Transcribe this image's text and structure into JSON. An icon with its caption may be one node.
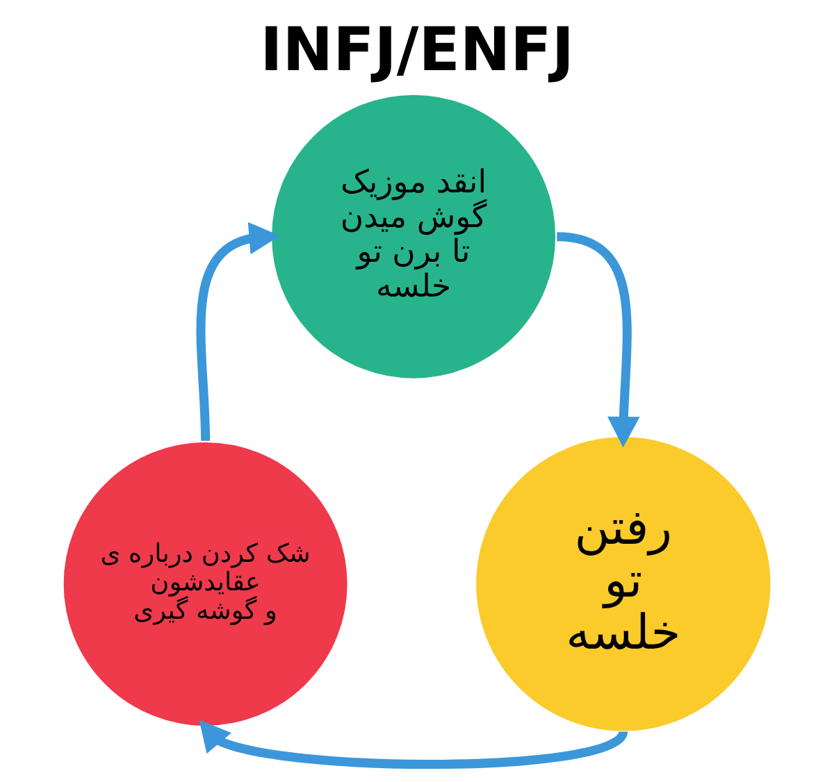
{
  "diagram": {
    "title": "INFJ/ENFJ",
    "nodes": [
      {
        "text": [
          "انقد موزیک گوش میدن تا برن تو خلسه"
        ]
      },
      {
        "text": [
          "رفتن تو خلسه"
        ]
      },
      {
        "text": [
          "شک کردن درباره ی عقایدشون و گوشه گیری"
        ]
      }
    ],
    "edges": [
      {
        "from": 0,
        "to": 1,
        "arrow": "to"
      },
      {
        "from": 1,
        "to": 2,
        "arrow": "to"
      },
      {
        "from": 2,
        "to": 0,
        "arrow": "to"
      }
    ]
  }
}
